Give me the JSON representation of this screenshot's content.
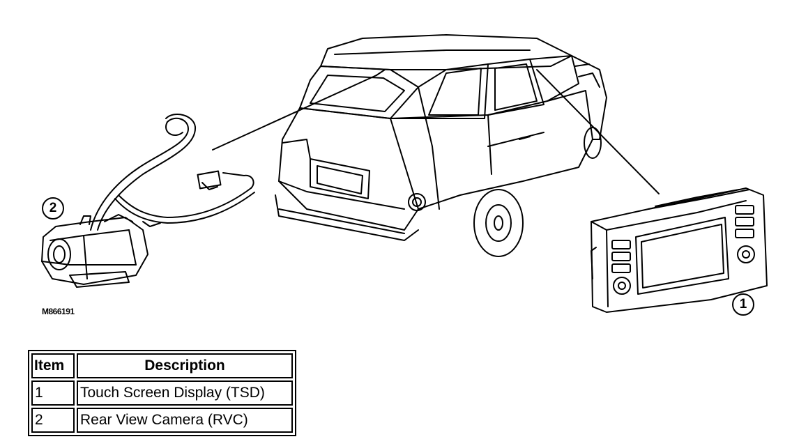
{
  "figure": {
    "code": "M866191",
    "callouts": [
      "2",
      "1"
    ]
  },
  "legend": {
    "headers": {
      "item": "Item",
      "description": "Description"
    },
    "rows": [
      {
        "item": "1",
        "description": "Touch Screen Display (TSD)"
      },
      {
        "item": "2",
        "description": "Rear View Camera (RVC)"
      }
    ]
  }
}
